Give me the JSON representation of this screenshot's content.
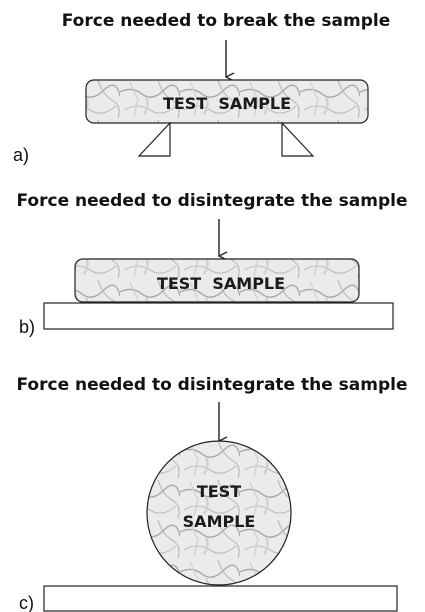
{
  "panels": [
    {
      "label": "a)",
      "title": "Force needed to break the sample",
      "sample_text": "TEST  SAMPLE"
    },
    {
      "label": "b)",
      "title": "Force needed to disintegrate the sample",
      "sample_text": "TEST  SAMPLE"
    },
    {
      "label": "c)",
      "title": "Force needed to disintegrate the sample",
      "sample_text_line1": "TEST",
      "sample_text_line2": "SAMPLE"
    }
  ],
  "colors": {
    "stroke": "#222222",
    "marble_base": "#e9e9e9",
    "marble_vein": "#9a9a9a"
  }
}
